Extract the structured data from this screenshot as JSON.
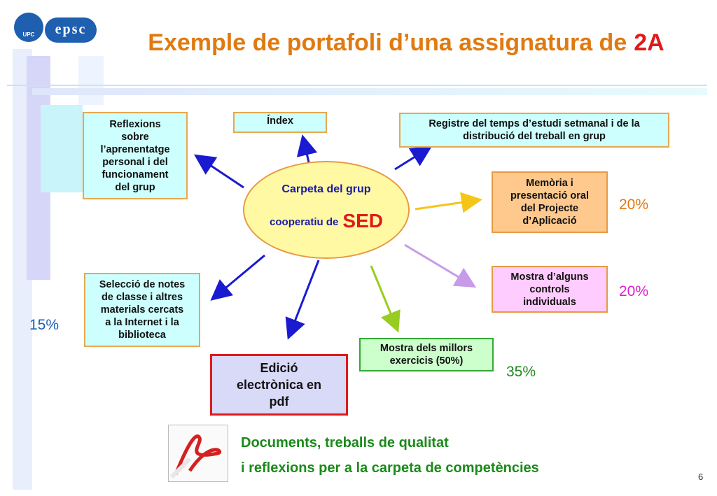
{
  "header": {
    "title": "Exemple de portafoli d’una assignatura de",
    "title_accent": "2A",
    "logos": [
      "UPC",
      "epsc"
    ]
  },
  "center": {
    "line1": "Carpeta del grup",
    "line2": "cooperatiu de",
    "accent": "SED"
  },
  "boxes": {
    "reflexions": "Reflexions\nsobre\nl’aprenentatge\npersonal i del\nfuncionament\ndel grup",
    "index": "Índex",
    "registre": "Registre del temps d’estudi setmanal i de la\ndistribució del treball en grup",
    "memoria": "Memòria i\npresentació oral\ndel Projecte\nd’Aplicació",
    "mostra_controls": "Mostra d’alguns\ncontrols\nindividuals",
    "seleccio": "Selecció de notes\nde classe i altres\nmaterials cercats\na la Internet i la\nbiblioteca",
    "mostra_exercicis": "Mostra dels millors\nexercicis (50%)",
    "edicio": "Edició\nelectrònica en\npdf"
  },
  "percentages": {
    "memoria": "20%",
    "controls": "20%",
    "seleccio": "15%",
    "exercicis": "35%"
  },
  "colors": {
    "title": "#e07a10",
    "accent_red": "#e01a1a",
    "center_text": "#1a1aa8",
    "footer_text": "#1a8a1a",
    "pct_orange": "#e07a10",
    "pct_pink": "#dd22cc",
    "pct_blue": "#1a5fb4",
    "pct_green": "#1a8a1a"
  },
  "footer": {
    "line1": "Documents, treballs de qualitat",
    "line2": "i reflexions per a la carpeta de competències",
    "icon": "pdf-document-icon"
  },
  "page_number": "6"
}
